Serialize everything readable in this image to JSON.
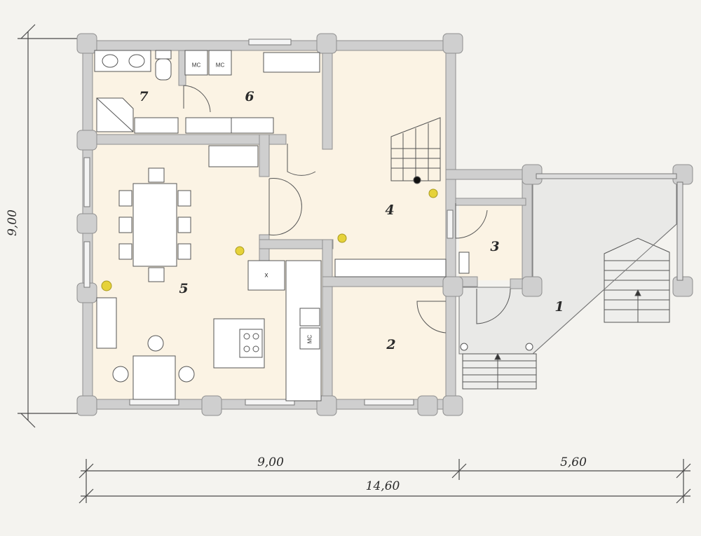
{
  "colors": {
    "floor": "#fbf3e4",
    "wall": "#cfcfcf",
    "wall_edge": "#8f8f8f",
    "terrace": "#e9e9e7",
    "lamp": "#e6d23a",
    "ink": "#333333"
  },
  "rooms": [
    {
      "id": "1",
      "label": "1"
    },
    {
      "id": "2",
      "label": "2"
    },
    {
      "id": "3",
      "label": "3"
    },
    {
      "id": "4",
      "label": "4"
    },
    {
      "id": "5",
      "label": "5"
    },
    {
      "id": "6",
      "label": "6"
    },
    {
      "id": "7",
      "label": "7"
    }
  ],
  "fixtures": {
    "washer1": "MC",
    "washer2": "MC",
    "dishwasher": "MC",
    "hood": "x"
  },
  "dimensions": {
    "left_height": "9,00",
    "width_main": "9,00",
    "width_porch": "5,60",
    "width_total": "14,60"
  }
}
